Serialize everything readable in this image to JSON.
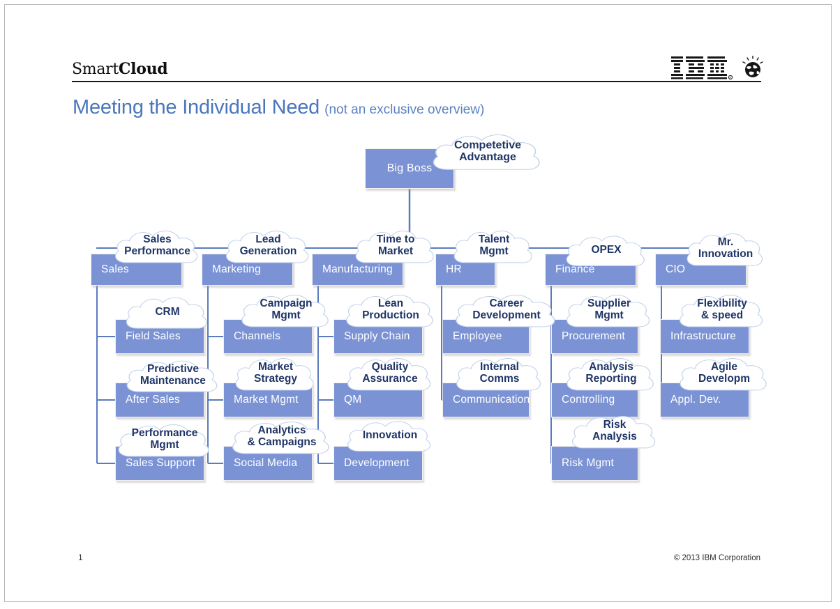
{
  "brand": {
    "smart": "Smart",
    "cloud": "Cloud",
    "logo_alt": "ibm-logo"
  },
  "title": {
    "main": "Meeting the Individual Need",
    "sub": "(not an exclusive overview)"
  },
  "footer": {
    "page_number": "1",
    "copyright": "© 2013 IBM Corporation"
  },
  "colors": {
    "node_fill": "#7b93d4",
    "cloud_text": "#1f3566",
    "title_blue": "#4a76bd",
    "wire": "#5a7bbd",
    "node_text": "#ffffff"
  },
  "chart_data": {
    "type": "diagram",
    "title": "Meeting the Individual Need",
    "root": {
      "label": "Big Boss",
      "cloud": "Competetive\nAdvantage"
    },
    "columns": [
      {
        "head": {
          "label": "Sales",
          "cloud": "Sales\nPerformance"
        },
        "children": [
          {
            "label": "Field Sales",
            "cloud": "CRM"
          },
          {
            "label": "After Sales",
            "cloud": "Predictive\nMaintenance"
          },
          {
            "label": "Sales Support",
            "cloud": "Performance\nMgmt"
          }
        ]
      },
      {
        "head": {
          "label": "Marketing",
          "cloud": "Lead\nGeneration"
        },
        "children": [
          {
            "label": "Channels",
            "cloud": "Campaign\nMgmt"
          },
          {
            "label": "Market Mgmt",
            "cloud": "Market\nStrategy"
          },
          {
            "label": "Social Media",
            "cloud": "Analytics\n& Campaigns"
          }
        ]
      },
      {
        "head": {
          "label": "Manufacturing",
          "cloud": "Time to\nMarket"
        },
        "children": [
          {
            "label": "Supply Chain",
            "cloud": "Lean\nProduction"
          },
          {
            "label": "QM",
            "cloud": "Quality\nAssurance"
          },
          {
            "label": "Development",
            "cloud": "Innovation"
          }
        ]
      },
      {
        "head": {
          "label": "HR",
          "cloud": "Talent\nMgmt"
        },
        "children": [
          {
            "label": "Employee",
            "cloud": "Career\nDevelopment"
          },
          {
            "label": "Communication",
            "cloud": "Internal\nComms"
          }
        ]
      },
      {
        "head": {
          "label": "Finance",
          "cloud": "OPEX"
        },
        "children": [
          {
            "label": "Procurement",
            "cloud": "Supplier\nMgmt"
          },
          {
            "label": "Controlling",
            "cloud": "Analysis\nReporting"
          },
          {
            "label": "Risk Mgmt",
            "cloud": "Risk\nAnalysis"
          }
        ]
      },
      {
        "head": {
          "label": "CIO",
          "cloud": "Mr.\nInnovation"
        },
        "children": [
          {
            "label": "Infrastructure",
            "cloud": "Flexibility\n& speed"
          },
          {
            "label": "Appl. Dev.",
            "cloud": "Agile\nDevelopm"
          }
        ]
      }
    ]
  }
}
